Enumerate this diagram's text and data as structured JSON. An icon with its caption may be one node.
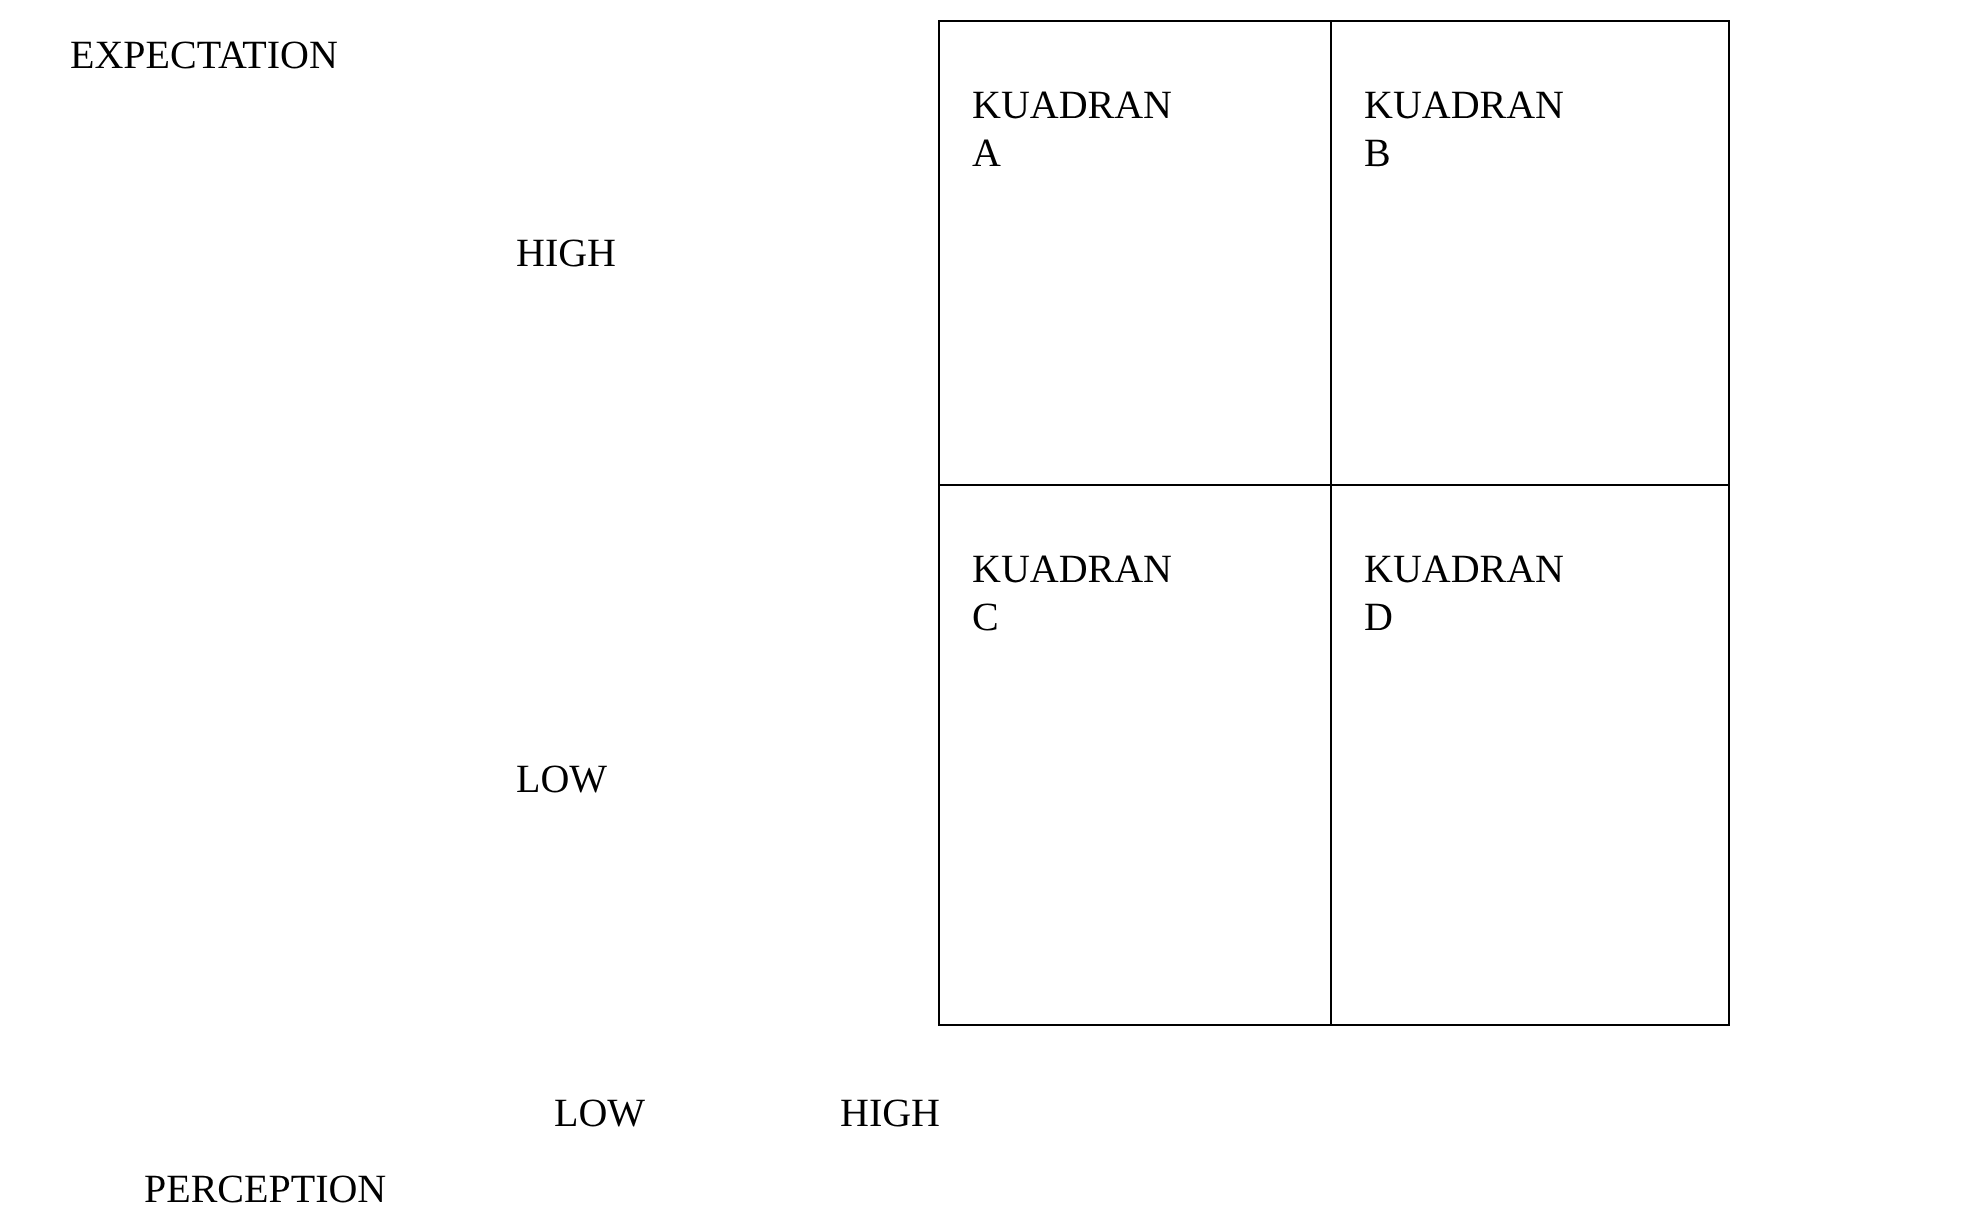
{
  "diagram": {
    "nodes": [
      {
        "text": [
          "KUADRAN A"
        ]
      },
      {
        "text": [
          "KUADRAN B"
        ]
      },
      {
        "text": [
          "KUADRAN C"
        ]
      },
      {
        "text": [
          "KUADRAN D"
        ]
      }
    ],
    "labels": [
      "EXPECTATION",
      "HIGH",
      "LOW",
      "LOW",
      "HIGH",
      "PERCEPTION"
    ]
  }
}
